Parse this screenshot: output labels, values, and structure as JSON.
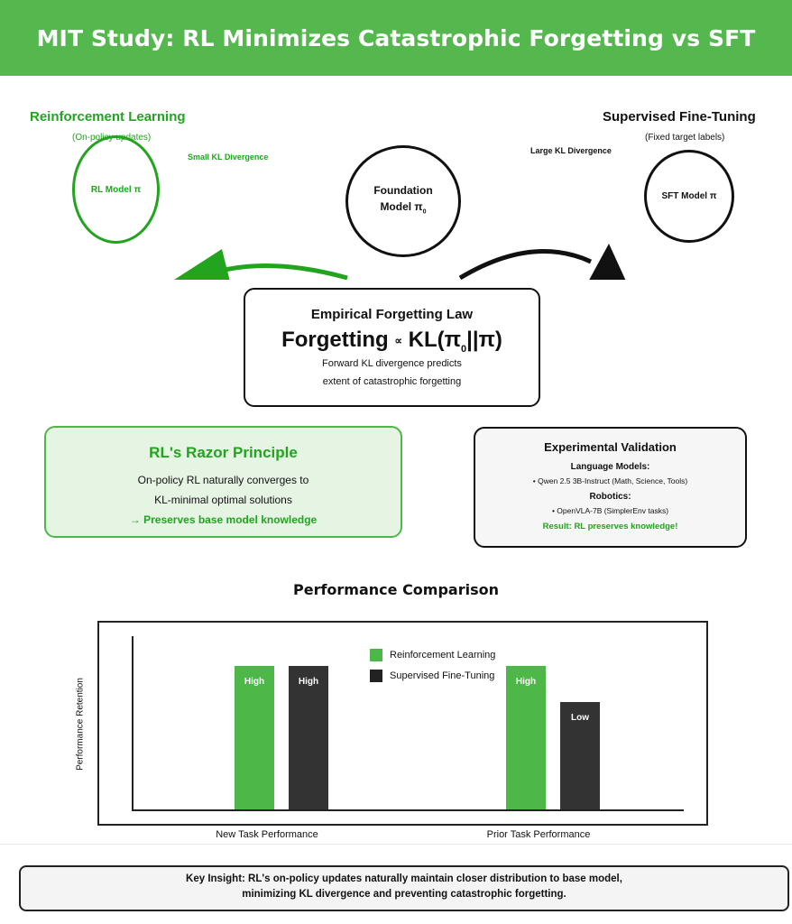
{
  "header": {
    "title": "MIT Study: RL Minimizes Catastrophic Forgetting vs SFT"
  },
  "rl": {
    "heading": "Reinforcement Learning",
    "sub": "(On-policy updates)",
    "node_label": "RL Model π",
    "arrow_label": "Small KL Divergence"
  },
  "sft": {
    "heading": "Supervised Fine-Tuning",
    "sub": "(Fixed target labels)",
    "node_label": "SFT Model π",
    "arrow_label": "Large KL Divergence"
  },
  "foundation": {
    "line1": "Foundation",
    "line2": "Model π",
    "subscript": "0"
  },
  "law": {
    "title": "Empirical Forgetting Law",
    "lhs": "Forgetting",
    "prop": "∝",
    "rhs_a": "KL(π",
    "rhs_sub": "0",
    "rhs_b": "||π)",
    "desc1": "Forward KL divergence predicts",
    "desc2": "extent of catastrophic forgetting"
  },
  "razor": {
    "title": "RL's Razor Principle",
    "line1": "On-policy RL naturally converges to",
    "line2": "KL-minimal optimal solutions",
    "line3": "→ Preserves base model knowledge"
  },
  "validation": {
    "title": "Experimental Validation",
    "lang_heading": "Language Models:",
    "lang_item": "• Qwen 2.5 3B-Instruct (Math, Science, Tools)",
    "robotics_heading": "Robotics:",
    "robotics_item": "• OpenVLA-7B (SimplerEnv tasks)",
    "result": "Result: RL preserves knowledge!"
  },
  "chart_title": "Performance Comparison",
  "chart_data": {
    "type": "bar",
    "title": "Performance Comparison",
    "ylabel": "Performance Retention",
    "xlabel": "",
    "categories": [
      "New Task Performance",
      "Prior Task Performance"
    ],
    "series": [
      {
        "name": "Reinforcement Learning",
        "color": "#4db748",
        "values": [
          0.83,
          0.83
        ],
        "labels": [
          "High",
          "High"
        ]
      },
      {
        "name": "Supervised Fine-Tuning",
        "color": "#333333",
        "values": [
          0.83,
          0.62
        ],
        "labels": [
          "High",
          "Low"
        ]
      }
    ],
    "ylim": [
      0,
      1
    ],
    "legend": "top-center",
    "grid": false
  },
  "insight": {
    "line1": "Key Insight: RL's on-policy updates naturally maintain closer distribution to base model,",
    "line2": "minimizing KL divergence and preventing catastrophic forgetting."
  },
  "colors": {
    "banner": "#55b84f",
    "green_text": "#22a41f",
    "razor_bg": "#e6f4e4"
  }
}
